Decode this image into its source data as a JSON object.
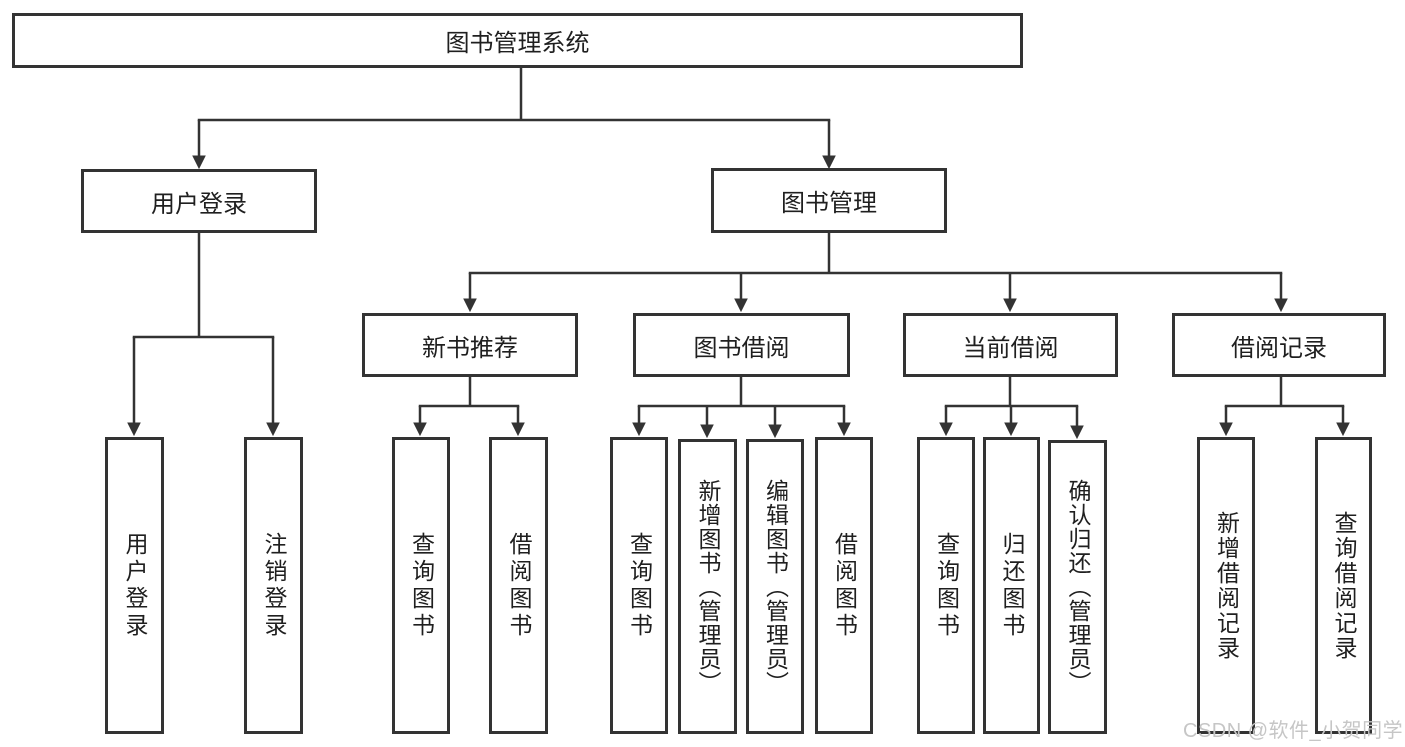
{
  "tree": {
    "root": {
      "label": "图书管理系统"
    },
    "branches": [
      {
        "label": "用户登录",
        "children": [
          {
            "label": "用户登录"
          },
          {
            "label": "注销登录"
          }
        ]
      },
      {
        "label": "图书管理",
        "children": [
          {
            "label": "新书推荐",
            "children": [
              {
                "label": "查询图书"
              },
              {
                "label": "借阅图书"
              }
            ]
          },
          {
            "label": "图书借阅",
            "children": [
              {
                "label": "查询图书"
              },
              {
                "label": "新增图书（管理员）"
              },
              {
                "label": "编辑图书（管理员）"
              },
              {
                "label": "借阅图书"
              }
            ]
          },
          {
            "label": "当前借阅",
            "children": [
              {
                "label": "查询图书"
              },
              {
                "label": "归还图书"
              },
              {
                "label": "确认归还（管理员）"
              }
            ]
          },
          {
            "label": "借阅记录",
            "children": [
              {
                "label": "新增借阅记录"
              },
              {
                "label": "查询借阅记录"
              }
            ]
          }
        ]
      }
    ]
  },
  "watermark": {
    "text": "CSDN @软件_小贺同学"
  },
  "colors": {
    "background": "#ffffff",
    "box_border": "#333333",
    "box_fill": "#ffffff",
    "line": "#333333",
    "text": "#1f1f1f",
    "watermark": "#c6c6c6"
  }
}
